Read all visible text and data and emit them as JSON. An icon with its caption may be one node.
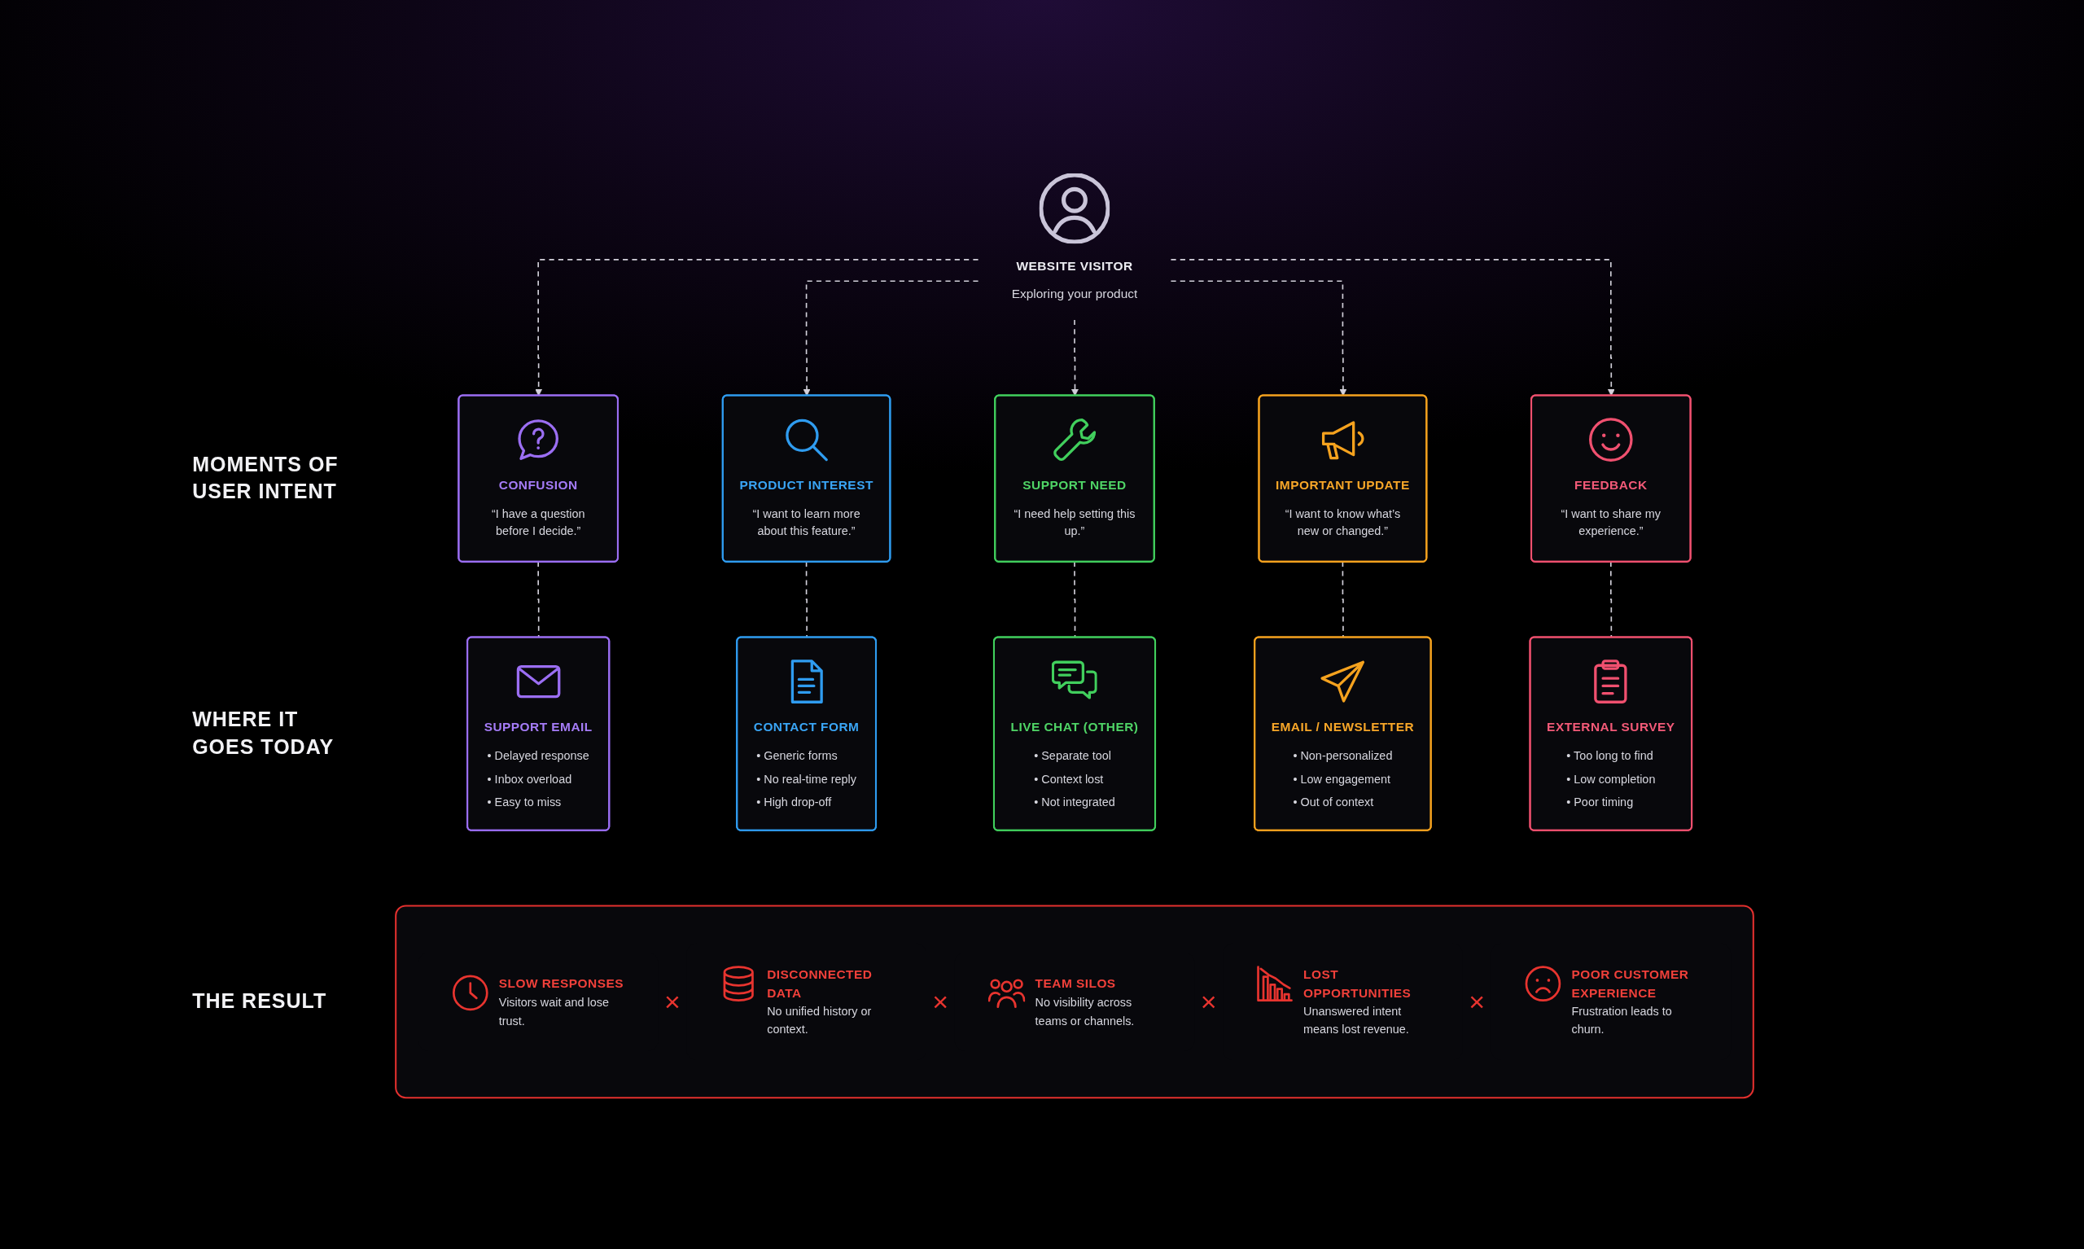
{
  "diagram": {
    "nodes": [
      {
        "text": [
          "WEBSITE VISITOR",
          "Exploring your product"
        ]
      },
      {
        "text": [
          "CONFUSION",
          "“I have a question before I decide.”"
        ]
      },
      {
        "text": [
          "PRODUCT INTEREST",
          "“I want to learn more about this feature.”"
        ]
      },
      {
        "text": [
          "SUPPORT NEED",
          "“I need help setting this up.”"
        ]
      },
      {
        "text": [
          "IMPORTANT UPDATE",
          "“I want to know what’s new or changed.”"
        ]
      },
      {
        "text": [
          "FEEDBACK",
          "“I want to share my experience.”"
        ]
      },
      {
        "text": [
          "SUPPORT EMAIL",
          "• Delayed response",
          "• Inbox overload",
          "• Easy to miss"
        ]
      },
      {
        "text": [
          "CONTACT FORM",
          "• Generic forms",
          "• No real-time reply",
          "• High drop-off"
        ]
      },
      {
        "text": [
          "LIVE CHAT (OTHER)",
          "• Separate tool",
          "• Context lost",
          "• Not integrated"
        ]
      },
      {
        "text": [
          "EMAIL / NEWSLETTER",
          "• Non-personalized",
          "• Low engagement",
          "• Out of context"
        ]
      },
      {
        "text": [
          "EXTERNAL SURVEY",
          "• Too long to find",
          "• Low completion",
          "• Poor timing"
        ]
      },
      {
        "text": [],
        "shape": "box"
      },
      {
        "text": [
          "SLOW RESPONSES",
          "Visitors wait and lose trust."
        ],
        "in": 11
      },
      {
        "text": [
          "DISCONNECTED DATA",
          "No unified history or context."
        ],
        "in": 11
      },
      {
        "text": [
          "TEAM SILOS",
          "No visibility across teams or channels."
        ],
        "in": 11
      },
      {
        "text": [
          "LOST OPPORTUNITIES",
          "Unanswered intent means lost revenue."
        ],
        "in": 11
      },
      {
        "text": [
          "POOR CUSTOMER EXPERIENCE",
          "Frustration leads to churn."
        ],
        "in": 11
      }
    ],
    "edges": [
      {
        "from": 0,
        "to": 1,
        "arrow": "to",
        "style": "dashed"
      },
      {
        "from": 0,
        "to": 2,
        "arrow": "to",
        "style": "dashed"
      },
      {
        "from": 0,
        "to": 3,
        "arrow": "to",
        "style": "dashed"
      },
      {
        "from": 0,
        "to": 4,
        "arrow": "to",
        "style": "dashed"
      },
      {
        "from": 0,
        "to": 5,
        "arrow": "to",
        "style": "dashed"
      },
      {
        "from": 1,
        "to": 6,
        "arrow": "none",
        "style": "dashed"
      },
      {
        "from": 2,
        "to": 7,
        "arrow": "none",
        "style": "dashed"
      },
      {
        "from": 3,
        "to": 8,
        "arrow": "none",
        "style": "dashed"
      },
      {
        "from": 4,
        "to": 9,
        "arrow": "none",
        "style": "dashed"
      },
      {
        "from": 5,
        "to": 10,
        "arrow": "none",
        "style": "dashed"
      }
    ],
    "labels": [
      "MOMENTS OF USER INTENT",
      "WHERE IT GOES TODAY",
      "THE RESULT",
      "×",
      "×",
      "×",
      "×"
    ]
  }
}
